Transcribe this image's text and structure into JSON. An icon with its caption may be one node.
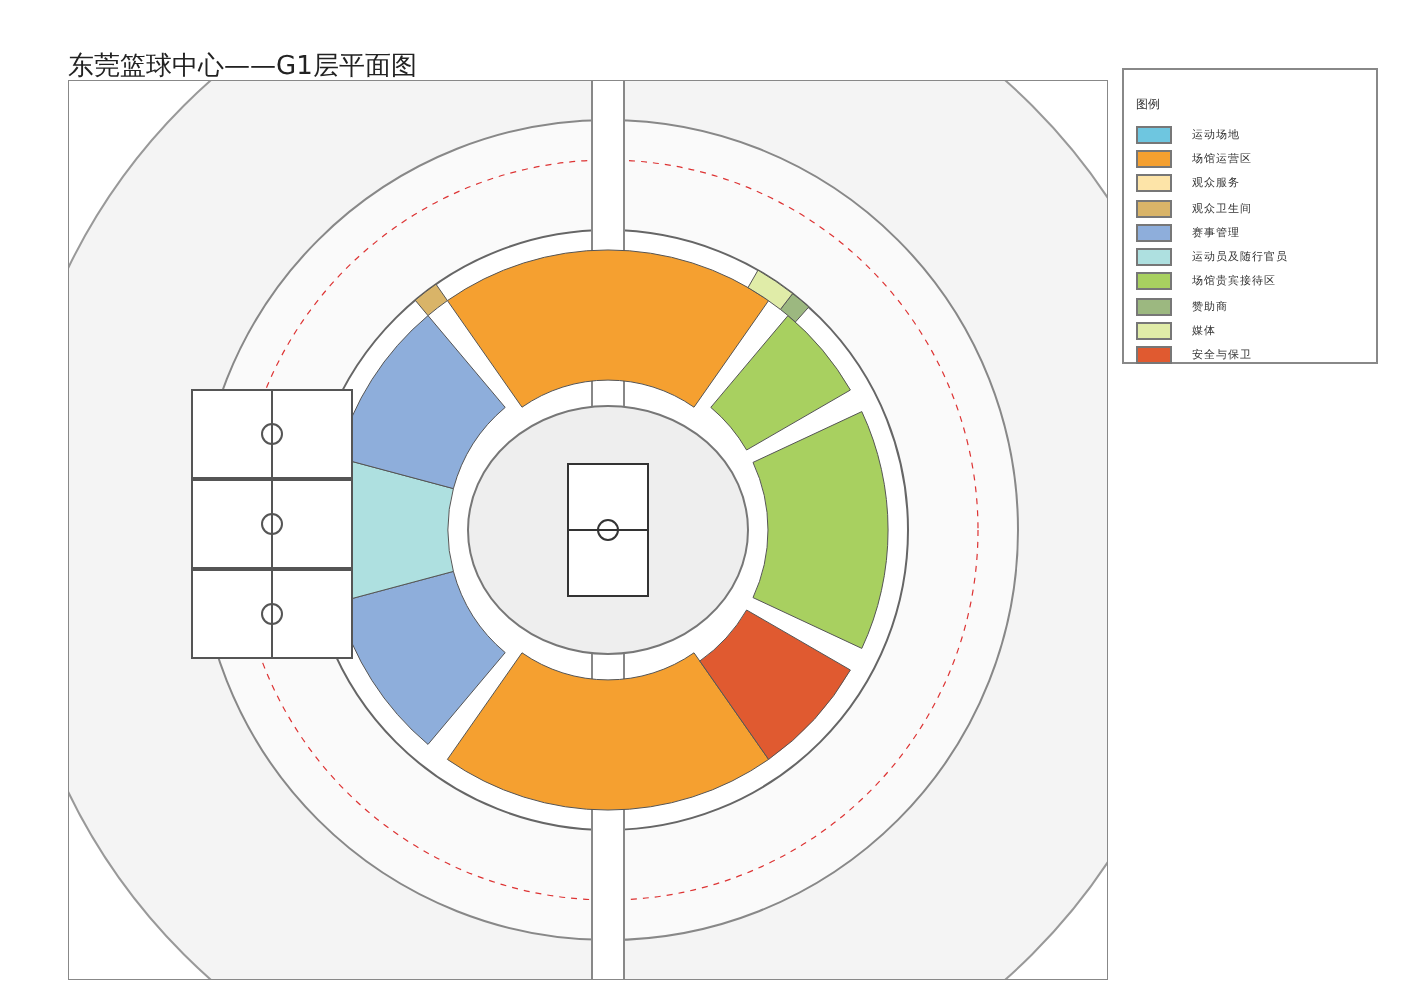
{
  "diagram": {
    "title": "东莞篮球中心——G1层平面图",
    "labels": [
      "图例"
    ],
    "legend": [
      {
        "text": "运动场地",
        "color": "#6ec6e0"
      },
      {
        "text": "场馆运营区",
        "color": "#f5a030"
      },
      {
        "text": "观众服务",
        "color": "#fde4a8"
      },
      {
        "text": "观众卫生间",
        "color": "#d9b468"
      },
      {
        "text": "赛事管理",
        "color": "#8eaedb"
      },
      {
        "text": "运动员及随行官员",
        "color": "#aee0e0"
      },
      {
        "text": "场馆贵宾接待区",
        "color": "#a8d060"
      },
      {
        "text": "赞助商",
        "color": "#9cb880"
      },
      {
        "text": "媒体",
        "color": "#e0eca8"
      },
      {
        "text": "安全与保卫",
        "color": "#e05a30"
      }
    ]
  }
}
